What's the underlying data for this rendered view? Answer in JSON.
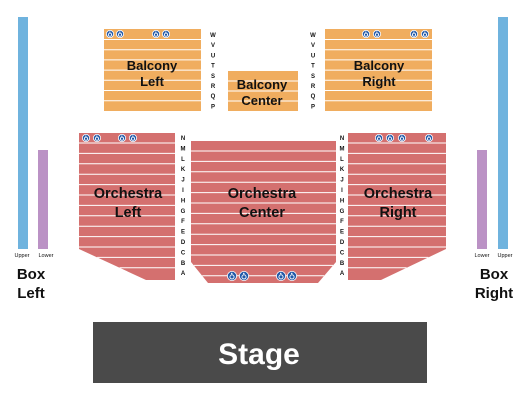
{
  "colors": {
    "balcony": "#f0ad5f",
    "orchestra": "#d4706f",
    "box_upper": "#6fb3de",
    "box_lower": "#bb92c5",
    "stage": "#4a4a4a",
    "accessible": "#2259a8"
  },
  "sections": {
    "balcony_left": {
      "line1": "Balcony",
      "line2": "Left"
    },
    "balcony_center": {
      "line1": "Balcony",
      "line2": "Center"
    },
    "balcony_right": {
      "line1": "Balcony",
      "line2": "Right"
    },
    "orchestra_left": {
      "line1": "Orchestra",
      "line2": "Left"
    },
    "orchestra_center": {
      "line1": "Orchestra",
      "line2": "Center"
    },
    "orchestra_right": {
      "line1": "Orchestra",
      "line2": "Right"
    }
  },
  "boxes": {
    "left": {
      "line1": "Box",
      "line2": "Left",
      "upper": "Upper",
      "lower": "Lower"
    },
    "right": {
      "line1": "Box",
      "line2": "Right",
      "upper": "Upper",
      "lower": "Lower"
    }
  },
  "stage": {
    "label": "Stage"
  },
  "balcony_rows": [
    "W",
    "V",
    "U",
    "T",
    "S",
    "R",
    "Q",
    "P"
  ],
  "orchestra_rows": [
    "N",
    "M",
    "L",
    "K",
    "J",
    "I",
    "H",
    "G",
    "F",
    "E",
    "D",
    "C",
    "B",
    "A"
  ],
  "accessible_icon": "wheelchair-icon"
}
